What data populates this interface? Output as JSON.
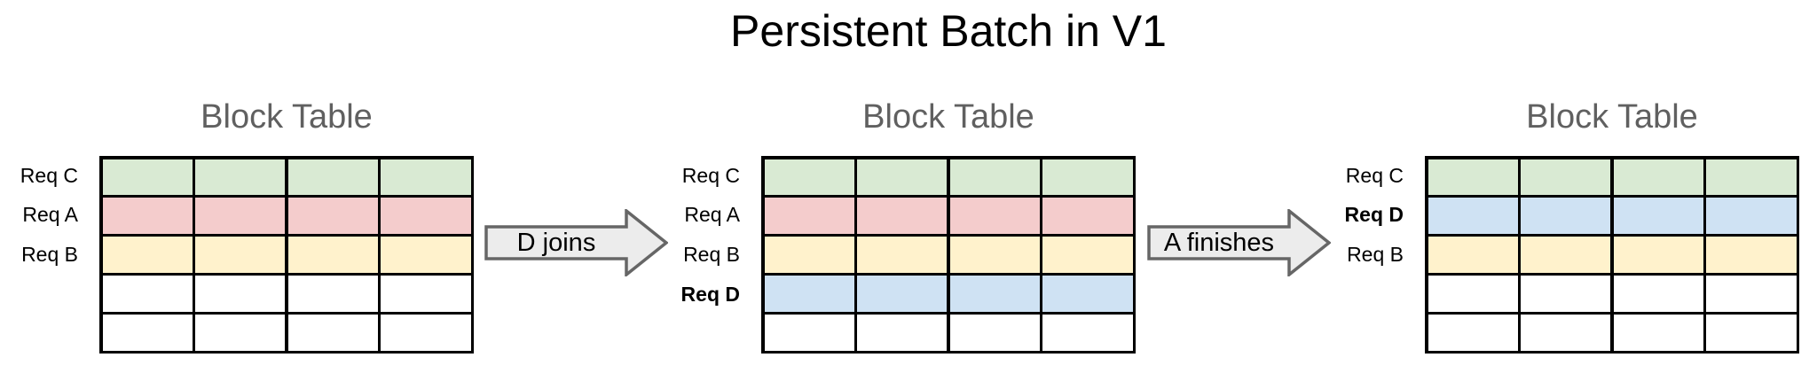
{
  "title": "Persistent Batch in V1",
  "colors": {
    "green": "#d9ead3",
    "red": "#f4cccc",
    "yellow": "#fff2cc",
    "blue": "#cfe2f3",
    "white": "#ffffff",
    "arrow_fill": "#ececec",
    "arrow_border": "#666666",
    "heading_gray": "#606060"
  },
  "arrows": [
    {
      "label": "D joins"
    },
    {
      "label": "A finishes"
    }
  ],
  "tables": [
    {
      "heading": "Block Table",
      "columns": 4,
      "rows": [
        {
          "label": "Req C",
          "bold": false,
          "color": "green"
        },
        {
          "label": "Req A",
          "bold": false,
          "color": "red"
        },
        {
          "label": "Req B",
          "bold": false,
          "color": "yellow"
        },
        {
          "label": "",
          "bold": false,
          "color": "white"
        },
        {
          "label": "",
          "bold": false,
          "color": "white"
        }
      ]
    },
    {
      "heading": "Block Table",
      "columns": 4,
      "rows": [
        {
          "label": "Req C",
          "bold": false,
          "color": "green"
        },
        {
          "label": "Req A",
          "bold": false,
          "color": "red"
        },
        {
          "label": "Req B",
          "bold": false,
          "color": "yellow"
        },
        {
          "label": "Req D",
          "bold": true,
          "color": "blue"
        },
        {
          "label": "",
          "bold": false,
          "color": "white"
        }
      ]
    },
    {
      "heading": "Block Table",
      "columns": 4,
      "rows": [
        {
          "label": "Req C",
          "bold": false,
          "color": "green"
        },
        {
          "label": "Req D",
          "bold": true,
          "color": "blue"
        },
        {
          "label": "Req B",
          "bold": false,
          "color": "yellow"
        },
        {
          "label": "",
          "bold": false,
          "color": "white"
        },
        {
          "label": "",
          "bold": false,
          "color": "white"
        }
      ]
    }
  ]
}
